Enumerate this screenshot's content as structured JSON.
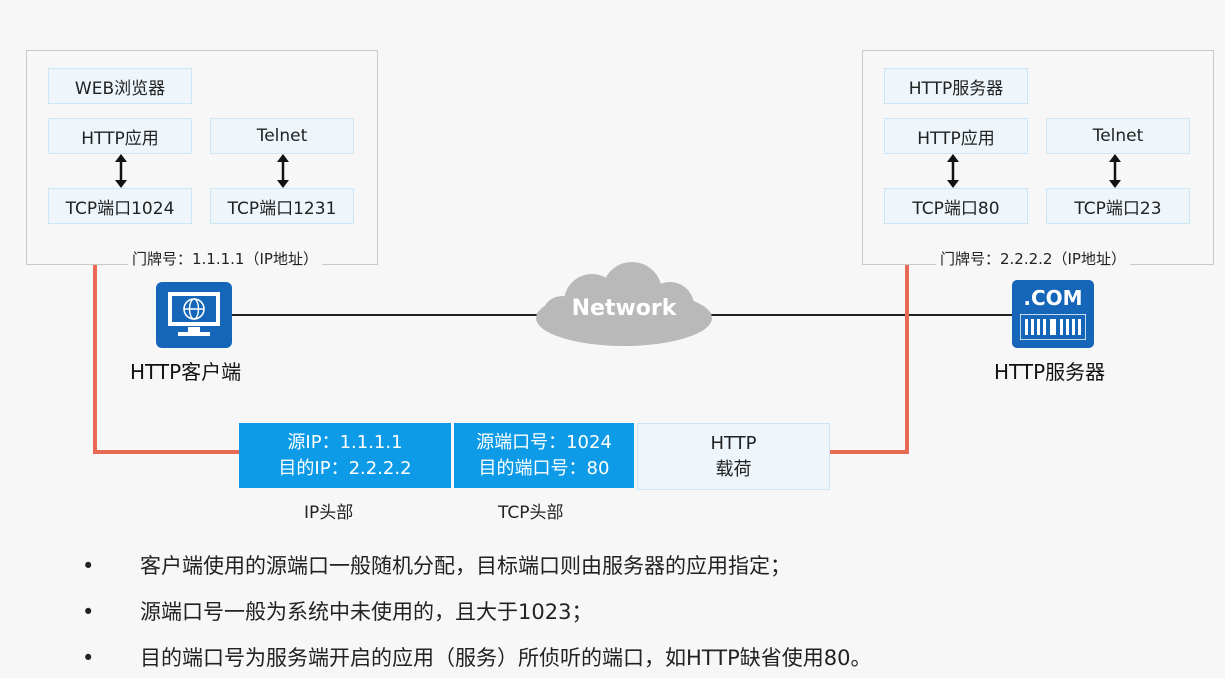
{
  "client": {
    "browser_label": "WEB浏览器",
    "app1": "HTTP应用",
    "app2": "Telnet",
    "port1": "TCP端口1024",
    "port2": "TCP端口1231",
    "address": "门牌号：1.1.1.1（IP地址）",
    "device_label": "HTTP客户端"
  },
  "server": {
    "server_label": "HTTP服务器",
    "app1": "HTTP应用",
    "app2": "Telnet",
    "port1": "TCP端口80",
    "port2": "TCP端口23",
    "address": "门牌号：2.2.2.2（IP地址）",
    "device_label": "HTTP服务器",
    "icon_text": ".COM"
  },
  "network": {
    "label": "Network"
  },
  "packet": {
    "ip_header": {
      "line1": "源IP：1.1.1.1",
      "line2": "目的IP：2.2.2.2",
      "caption": "IP头部"
    },
    "tcp_header": {
      "line1": "源端口号：1024",
      "line2": "目的端口号：80",
      "caption": "TCP头部"
    },
    "payload": {
      "line1": "HTTP",
      "line2": "载荷"
    }
  },
  "colors": {
    "header_blue": "#0d9be8",
    "flow_arrow": "#e86a55",
    "device_blue": "#1565b8"
  },
  "bullets": [
    "客户端使用的源端口一般随机分配，目标端口则由服务器的应用指定；",
    "源端口号一般为系统中未使用的，且大于1023；",
    "目的端口号为服务端开启的应用（服务）所侦听的端口，如HTTP缺省使用80。"
  ]
}
